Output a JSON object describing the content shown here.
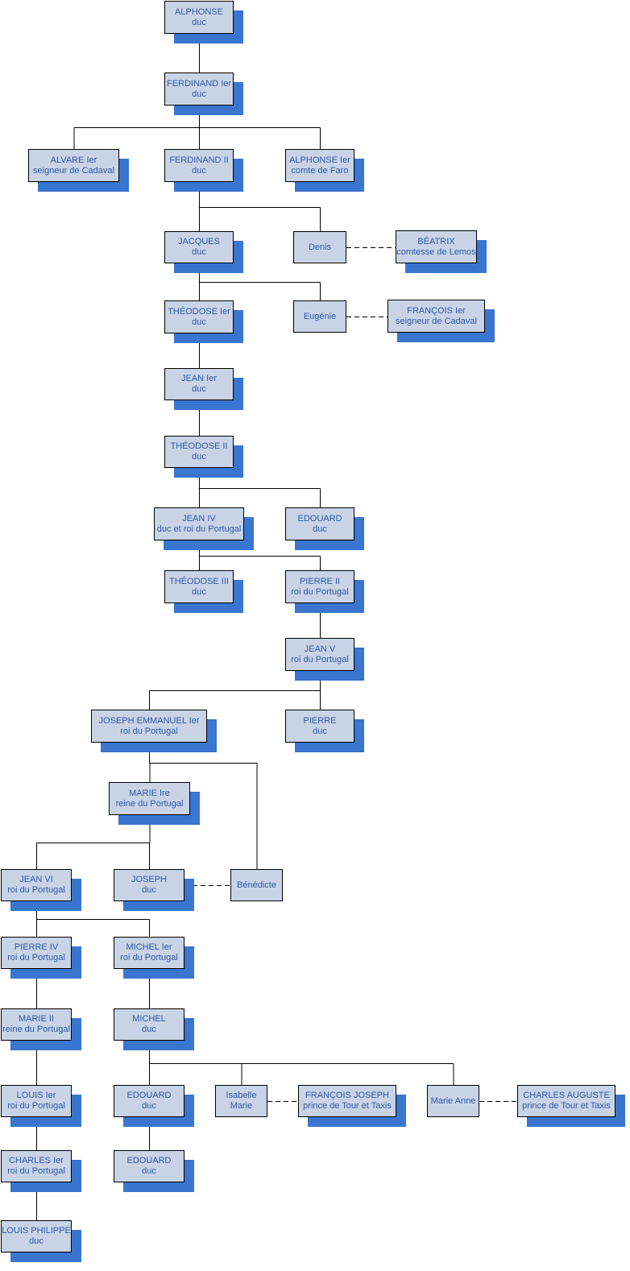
{
  "colors": {
    "box_fill": "#c8d4e6",
    "box_shadow": "#3a75d0",
    "text": "#2e57a8",
    "line": "#000000"
  },
  "nodes": [
    {
      "id": "alphonse",
      "name": "ALPHONSE",
      "title": "duc"
    },
    {
      "id": "ferdinand1",
      "name": "FERDINAND Ier",
      "title": "duc"
    },
    {
      "id": "alvare1",
      "name": "ALVARE Ier",
      "title": "seigneur de Cadaval"
    },
    {
      "id": "ferdinand2",
      "name": "FERDINAND II",
      "title": "duc"
    },
    {
      "id": "alphonse1faro",
      "name": "ALPHONSE Ier",
      "title": "comte de Faro"
    },
    {
      "id": "jacques",
      "name": "JACQUES",
      "title": "duc"
    },
    {
      "id": "denis",
      "name": "Denis",
      "title": ""
    },
    {
      "id": "beatrix",
      "name": "BÉATRIX",
      "title": "comtesse de Lemos"
    },
    {
      "id": "theodose1",
      "name": "THÉODOSE Ier",
      "title": "duc"
    },
    {
      "id": "eugenie",
      "name": "Eugénie",
      "title": ""
    },
    {
      "id": "francois1",
      "name": "FRANÇOIS Ier",
      "title": "seigneur de Cadaval"
    },
    {
      "id": "jean1",
      "name": "JEAN  Ier",
      "title": "duc"
    },
    {
      "id": "theodose2",
      "name": "THÉODOSE II",
      "title": "duc"
    },
    {
      "id": "jean4",
      "name": "JEAN IV",
      "title": "duc et roi du Portugal"
    },
    {
      "id": "edouard_a",
      "name": "EDOUARD",
      "title": "duc"
    },
    {
      "id": "theodose3",
      "name": "THÉODOSE III",
      "title": "duc"
    },
    {
      "id": "pierre2",
      "name": "PIERRE II",
      "title": "roi du Portugal"
    },
    {
      "id": "jean5",
      "name": "JEAN V",
      "title": "roi du Portugal"
    },
    {
      "id": "josephemmanuel1",
      "name": "JOSEPH EMMANUEL Ier",
      "title": "roi du Portugal"
    },
    {
      "id": "pierre_duc",
      "name": "PIERRE",
      "title": "duc"
    },
    {
      "id": "marie1",
      "name": "MARIE Ire",
      "title": "reine du Portugal"
    },
    {
      "id": "jean6",
      "name": "JEAN VI",
      "title": "roi du Portugal"
    },
    {
      "id": "joseph",
      "name": "JOSEPH",
      "title": "duc"
    },
    {
      "id": "benedicte",
      "name": "Bénédicte",
      "title": ""
    },
    {
      "id": "pierre4",
      "name": "PIERRE IV",
      "title": "roi du Portugal"
    },
    {
      "id": "michel1",
      "name": "MICHEL Ier",
      "title": "roi du Portugal"
    },
    {
      "id": "marie2",
      "name": "MARIE II",
      "title": "reine du Portugal"
    },
    {
      "id": "michel",
      "name": "MICHEL",
      "title": "duc"
    },
    {
      "id": "louis1",
      "name": "LOUIS Ier",
      "title": "roi du Portugal"
    },
    {
      "id": "edouard_b",
      "name": "EDOUARD",
      "title": "duc"
    },
    {
      "id": "isabellemarie",
      "name": "Isabelle",
      "title": "Marie"
    },
    {
      "id": "francoisjoseph",
      "name": "FRANÇOIS JOSEPH",
      "title": "prince de Tour et Taxis"
    },
    {
      "id": "marieanne",
      "name": "Marie Anne",
      "title": ""
    },
    {
      "id": "charlesauguste",
      "name": "CHARLES AUGUSTE",
      "title": "prince de Tour et Taxis"
    },
    {
      "id": "charles1",
      "name": "CHARLES Ier",
      "title": "roi du Portugal"
    },
    {
      "id": "edouard_c",
      "name": "EDOUARD",
      "title": "duc"
    },
    {
      "id": "louisphilippe",
      "name": "LOUIS PHILIPPE",
      "title": "duc"
    }
  ],
  "children": [
    {
      "parent": "alphonse",
      "kids": [
        "ferdinand1"
      ]
    },
    {
      "parent": "ferdinand1",
      "kids": [
        "alvare1",
        "ferdinand2",
        "alphonse1faro"
      ]
    },
    {
      "parent": "ferdinand2",
      "kids": [
        "jacques",
        "denis"
      ]
    },
    {
      "parent": "jacques",
      "kids": [
        "theodose1",
        "eugenie"
      ]
    },
    {
      "parent": "theodose1",
      "kids": [
        "jean1"
      ]
    },
    {
      "parent": "jean1",
      "kids": [
        "theodose2"
      ]
    },
    {
      "parent": "theodose2",
      "kids": [
        "jean4",
        "edouard_a"
      ]
    },
    {
      "parent": "jean4",
      "kids": [
        "theodose3",
        "pierre2"
      ]
    },
    {
      "parent": "pierre2",
      "kids": [
        "jean5"
      ]
    },
    {
      "parent": "jean5",
      "kids": [
        "josephemmanuel1",
        "pierre_duc"
      ]
    },
    {
      "parent": "josephemmanuel1",
      "kids": [
        "marie1",
        "benedicte"
      ]
    },
    {
      "parent": "marie1",
      "kids": [
        "jean6",
        "joseph"
      ]
    },
    {
      "parent": "jean6",
      "kids": [
        "pierre4",
        "michel1"
      ]
    },
    {
      "parent": "pierre4",
      "kids": [
        "marie2"
      ]
    },
    {
      "parent": "michel1",
      "kids": [
        "michel"
      ]
    },
    {
      "parent": "marie2",
      "kids": [
        "louis1"
      ]
    },
    {
      "parent": "michel",
      "kids": [
        "edouard_b",
        "isabellemarie",
        "marieanne"
      ]
    },
    {
      "parent": "louis1",
      "kids": [
        "charles1"
      ]
    },
    {
      "parent": "edouard_b",
      "kids": [
        "edouard_c"
      ]
    },
    {
      "parent": "charles1",
      "kids": [
        "louisphilippe"
      ]
    }
  ],
  "marriages": [
    [
      "denis",
      "beatrix"
    ],
    [
      "eugenie",
      "francois1"
    ],
    [
      "joseph",
      "benedicte"
    ],
    [
      "isabellemarie",
      "francoisjoseph"
    ],
    [
      "marieanne",
      "charlesauguste"
    ]
  ]
}
